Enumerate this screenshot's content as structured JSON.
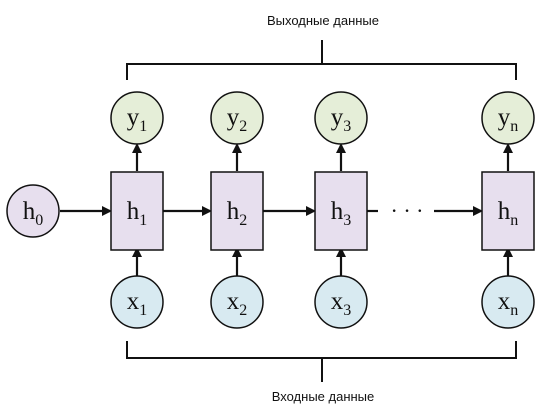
{
  "labels": {
    "outputs": "Выходные данные",
    "inputs": "Входные данные",
    "ellipsis": "· · ·"
  },
  "initial_state": {
    "letter": "h",
    "sub": "0"
  },
  "steps": [
    {
      "h": {
        "letter": "h",
        "sub": "1"
      },
      "x": {
        "letter": "x",
        "sub": "1"
      },
      "y": {
        "letter": "y",
        "sub": "1"
      }
    },
    {
      "h": {
        "letter": "h",
        "sub": "2"
      },
      "x": {
        "letter": "x",
        "sub": "2"
      },
      "y": {
        "letter": "y",
        "sub": "2"
      }
    },
    {
      "h": {
        "letter": "h",
        "sub": "3"
      },
      "x": {
        "letter": "x",
        "sub": "3"
      },
      "y": {
        "letter": "y",
        "sub": "3"
      }
    },
    {
      "h": {
        "letter": "h",
        "sub": "n"
      },
      "x": {
        "letter": "x",
        "sub": "n"
      },
      "y": {
        "letter": "y",
        "sub": "n"
      }
    }
  ],
  "colors": {
    "output_fill": "#e5eed8",
    "input_fill": "#d8eaf1",
    "hidden_fill": "#e7dfee",
    "stroke": "#111111"
  }
}
